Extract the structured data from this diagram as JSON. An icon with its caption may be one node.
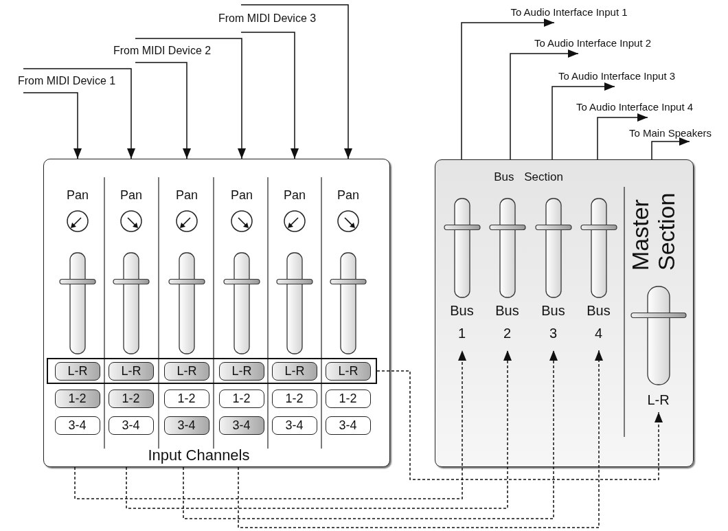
{
  "diagram": {
    "nodes": [
      {
        "text": [
          "From MIDI Device 1"
        ]
      },
      {
        "text": [
          "From MIDI Device 2"
        ]
      },
      {
        "text": [
          "From MIDI Device 3"
        ]
      },
      {
        "text": [
          "To Audio Interface Input 1"
        ]
      },
      {
        "text": [
          "To Audio Interface Input 2"
        ]
      },
      {
        "text": [
          "To Audio Interface Input 3"
        ]
      },
      {
        "text": [
          "To Audio Interface Input 4"
        ]
      },
      {
        "text": [
          "To Main Speakers"
        ]
      },
      {
        "text": [
          "Input Channels"
        ]
      },
      {
        "text": [],
        "shape": "box",
        "in": 8
      },
      {
        "text": [
          "L-R"
        ],
        "in": 9
      },
      {
        "text": [
          "L-R"
        ],
        "in": 9
      },
      {
        "text": [
          "L-R"
        ],
        "in": 9
      },
      {
        "text": [
          "L-R"
        ],
        "in": 9
      },
      {
        "text": [
          "L-R"
        ],
        "in": 9
      },
      {
        "text": [
          "L-R"
        ],
        "in": 9
      },
      {
        "text": [
          "1-2"
        ],
        "in": 8
      },
      {
        "text": [
          "1-2"
        ],
        "in": 8
      },
      {
        "text": [
          "1-2"
        ],
        "in": 8
      },
      {
        "text": [
          "1-2"
        ],
        "in": 8
      },
      {
        "text": [
          "1-2"
        ],
        "in": 8
      },
      {
        "text": [
          "1-2"
        ],
        "in": 8
      },
      {
        "text": [
          "3-4"
        ],
        "in": 8
      },
      {
        "text": [
          "3-4"
        ],
        "in": 8
      },
      {
        "text": [
          "3-4"
        ],
        "in": 8
      },
      {
        "text": [
          "3-4"
        ],
        "in": 8
      },
      {
        "text": [
          "3-4"
        ],
        "in": 8
      },
      {
        "text": [
          "3-4"
        ],
        "in": 8
      },
      {
        "text": [
          "Bus Section",
          "Master Section"
        ]
      },
      {
        "text": [
          "Bus 1"
        ],
        "in": 28
      },
      {
        "text": [
          "Bus 2"
        ],
        "in": 28
      },
      {
        "text": [
          "Bus 3"
        ],
        "in": 28
      },
      {
        "text": [
          "Bus 4"
        ],
        "in": 28
      },
      {
        "text": [
          "L-R"
        ],
        "in": 28
      }
    ],
    "edges": [
      {
        "from": 0,
        "to": 8,
        "arrow": "to"
      },
      {
        "from": 0,
        "to": 8,
        "arrow": "to"
      },
      {
        "from": 1,
        "to": 8,
        "arrow": "to"
      },
      {
        "from": 1,
        "to": 8,
        "arrow": "to"
      },
      {
        "from": 2,
        "to": 8,
        "arrow": "to"
      },
      {
        "from": 2,
        "to": 8,
        "arrow": "to"
      },
      {
        "from": 28,
        "to": 3,
        "arrow": "to"
      },
      {
        "from": 28,
        "to": 4,
        "arrow": "to"
      },
      {
        "from": 28,
        "to": 5,
        "arrow": "to"
      },
      {
        "from": 28,
        "to": 6,
        "arrow": "to"
      },
      {
        "from": 28,
        "to": 7,
        "arrow": "to"
      },
      {
        "from": 8,
        "to": 29,
        "arrow": "to",
        "style": "dashed"
      },
      {
        "from": 8,
        "to": 30,
        "arrow": "to",
        "style": "dashed"
      },
      {
        "from": 8,
        "to": 31,
        "arrow": "to",
        "style": "dashed"
      },
      {
        "from": 8,
        "to": 32,
        "arrow": "to",
        "style": "dashed"
      },
      {
        "from": 9,
        "to": 33,
        "arrow": "to",
        "style": "dashed"
      }
    ],
    "labels": [
      "Pan",
      "Pan",
      "Pan",
      "Pan",
      "Pan",
      "Pan"
    ]
  }
}
